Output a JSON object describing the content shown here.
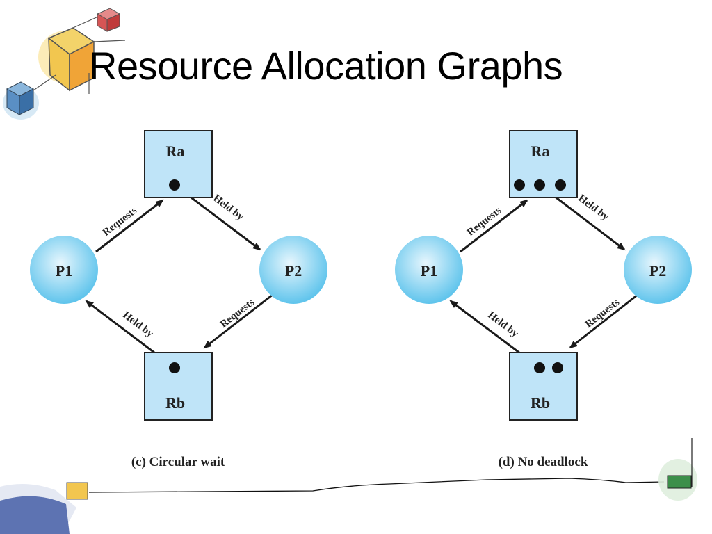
{
  "title": "Resource Allocation Graphs",
  "colors": {
    "node_fill": "#bfe4f8",
    "node_stroke": "#222222",
    "circle_inner": "#e7f6fd",
    "circle_outer": "#5fc4ec",
    "arrow": "#1a1a1a"
  },
  "diagrams": [
    {
      "caption": "(c) Circular wait",
      "resource_a": "Ra",
      "resource_b": "Rb",
      "process_1": "P1",
      "process_2": "P2",
      "resource_a_instances": 1,
      "resource_b_instances": 1,
      "edges": {
        "p1_to_ra": "Requests",
        "ra_to_p2": "Held by",
        "p2_to_rb": "Requests",
        "rb_to_p1": "Held by"
      }
    },
    {
      "caption": "(d) No deadlock",
      "resource_a": "Ra",
      "resource_b": "Rb",
      "process_1": "P1",
      "process_2": "P2",
      "resource_a_instances": 3,
      "resource_b_instances": 2,
      "edges": {
        "p1_to_ra": "Requests",
        "ra_to_p2": "Held by",
        "p2_to_rb": "Requests",
        "rb_to_p1": "Held by"
      }
    }
  ]
}
